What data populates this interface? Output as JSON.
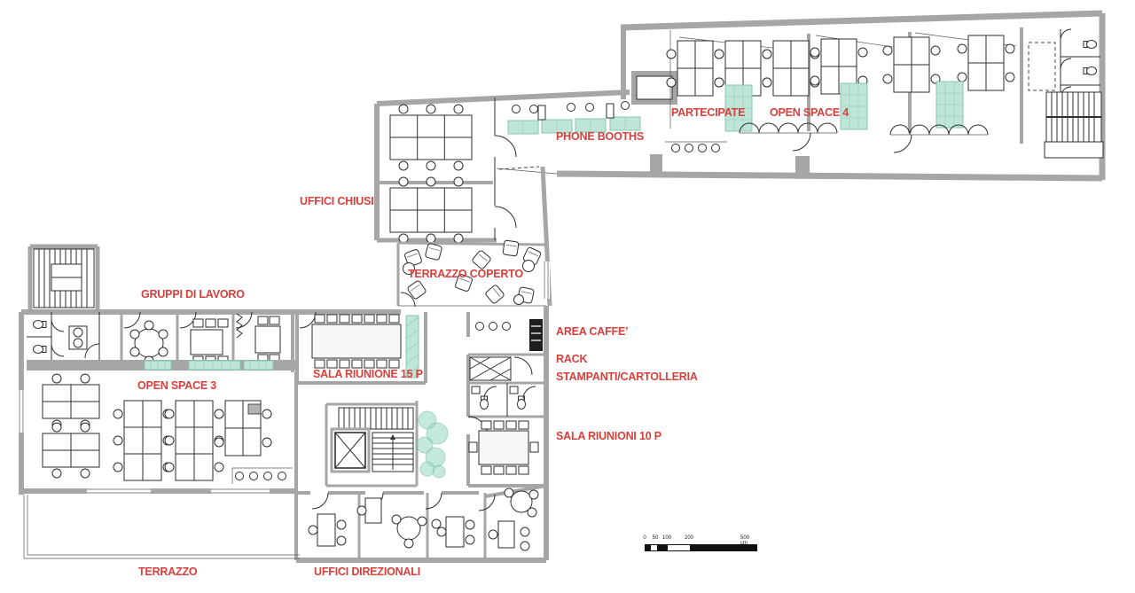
{
  "colors": {
    "label_red": "#d8403c",
    "highlight_green": "#bfe5d8",
    "highlight_green_border": "#85c7b2",
    "wall_gray": "#a6a6a6",
    "line_dark": "#2e2e2e",
    "background": "#ffffff"
  },
  "labels": {
    "partecipate": "PARTECIPATE",
    "open_space_4": "OPEN SPACE 4",
    "phone_booths": "PHONE BOOTHS",
    "uffici_chiusi": "UFFICI CHIUSI",
    "terrazzo_coperto": "TERRAZZO COPERTO",
    "gruppi_di_lavoro": "GRUPPI DI LAVORO",
    "area_caffe": "AREA CAFFE’",
    "rack": "RACK",
    "stampanti_cartolleria": "STAMPANTI/CARTOLLERIA",
    "open_space_3": "OPEN SPACE 3",
    "sala_riunione_15p": "SALA RIUNIONE 15 P",
    "sala_riunioni_10p": "SALA RIUNIONI 10 P",
    "terrazzo": "TERRAZZO",
    "uffici_direzionali": "UFFICI DIREZIONALI"
  },
  "scale_bar": {
    "ticks": [
      "0",
      "50",
      "100",
      "200",
      "500 cm"
    ]
  }
}
